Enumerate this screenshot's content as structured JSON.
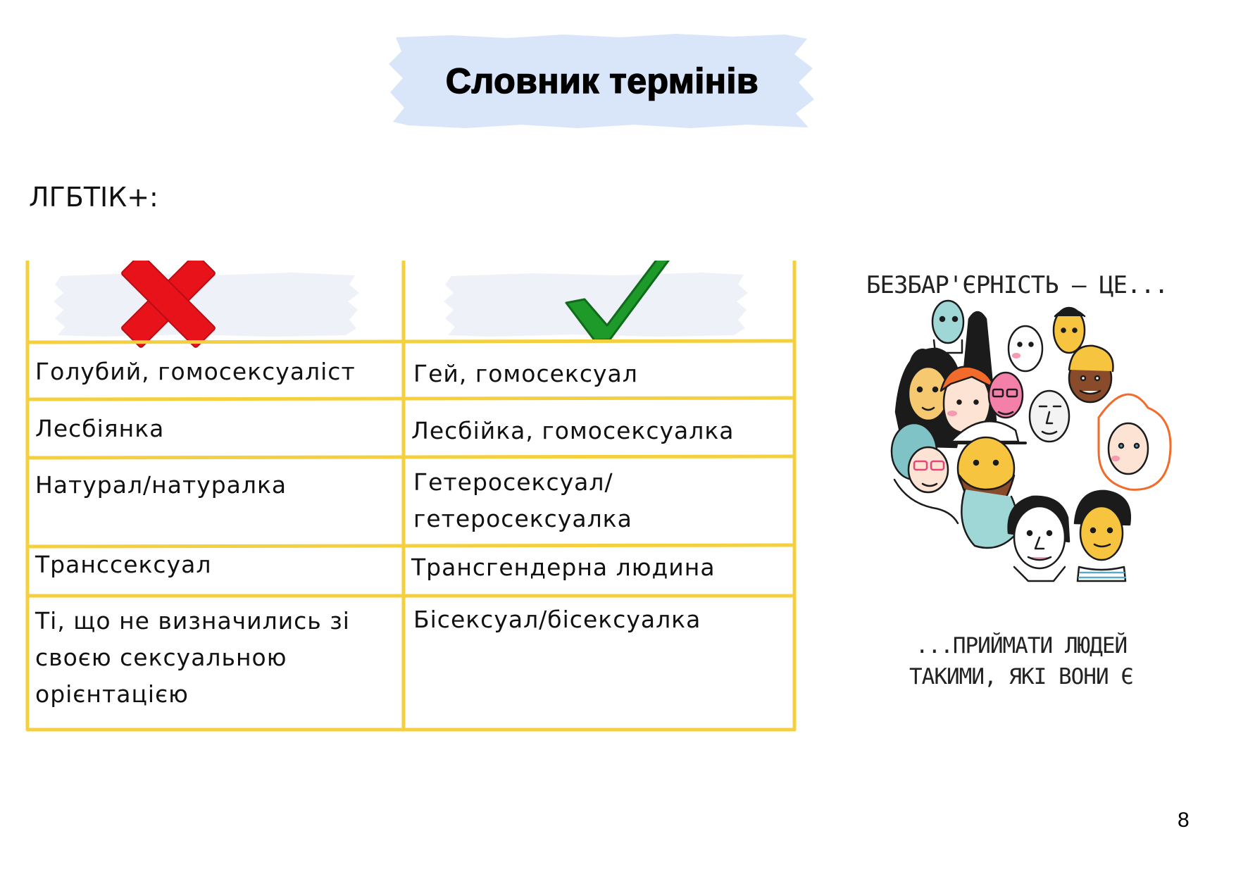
{
  "slide": {
    "title": "Словник термінів",
    "section_label": "ЛГБТІК+:",
    "page_number": "8"
  },
  "glossary": {
    "incorrect_icon": "red-cross-icon",
    "correct_icon": "green-checkmark-icon",
    "rows": [
      {
        "incorrect": "Голубий, гомосексуаліст",
        "correct": "Гей, гомосексуал"
      },
      {
        "incorrect": "Лесбіянка",
        "correct": "Лесбійка, гомосексуалка"
      },
      {
        "incorrect": "Натурал/натуралка",
        "correct": "Гетеросексуал/\nгетеросексуалка"
      },
      {
        "incorrect": "Транссексуал",
        "correct": "Трансгендерна людина"
      },
      {
        "incorrect": "Ті, що не визначились зі\nсвоєю сексуальною\nорієнтацією",
        "correct": "Бісексуал/бісексуалка"
      }
    ]
  },
  "poster": {
    "headline": "БЕЗБАР'ЄРНІСТЬ — ЦЕ...",
    "tagline": "...ПРИЙМАТИ ЛЮДЕЙ\nТАКИМИ, ЯКІ ВОНИ Є"
  },
  "colors": {
    "table_lines": "#f4d03f",
    "title_banner": "#d9e6fa",
    "header_banner": "#eef1f7",
    "cross": "#e8121b",
    "check": "#1d9a2a"
  }
}
